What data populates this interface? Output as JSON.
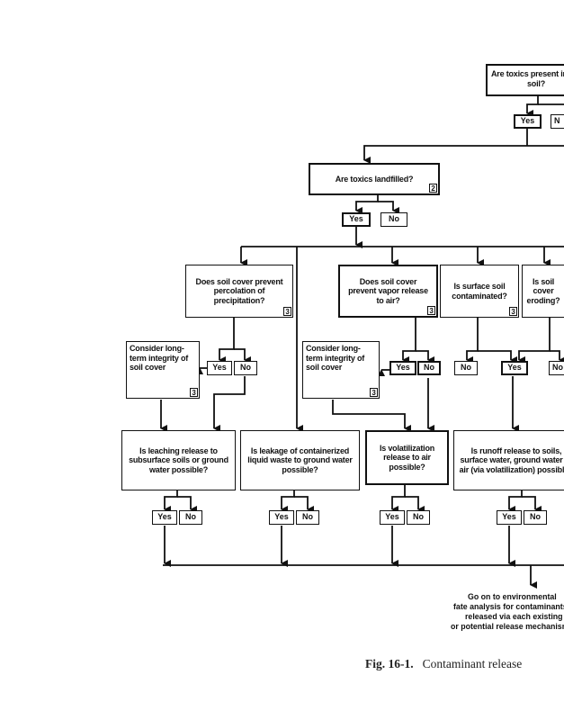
{
  "diagram": {
    "type": "flowchart",
    "nodes": {
      "q_present": {
        "text": "Are toxics present in soil?",
        "visible_text": "Are toxics pre... soil?"
      },
      "q_present_yes": "Yes",
      "q_present_no": "N",
      "q_landfilled": {
        "text": "Are toxics landfilled?",
        "ref": "2"
      },
      "q_landfilled_yes": "Yes",
      "q_landfilled_no": "No",
      "q_percolation": {
        "text": "Does soil cover prevent percolation of precipitation?",
        "ref": "3"
      },
      "q_vapor": {
        "text": "Does soil cover prevent vapor release to air?",
        "ref": "3"
      },
      "q_surface": {
        "text": "Is surface soil contaminated?",
        "ref": "3"
      },
      "q_eroding": {
        "text": "Is soil cover eroding?",
        "ref": ""
      },
      "consider_1": {
        "text": "Consider long-term integrity of soil cover",
        "ref": "3"
      },
      "consider_2": {
        "text": "Consider long-term integrity of soil cover",
        "ref": "3"
      },
      "perc_yes": "Yes",
      "perc_no": "No",
      "vapor_yes": "Yes",
      "vapor_no": "No",
      "surface_no": "No",
      "runoff_in_yes": "Yes",
      "eroding_no": "No",
      "q_leaching": {
        "text": "Is leaching release to subsurface soils or ground water possible?"
      },
      "q_leakage": {
        "text": "Is leakage of containerized liquid waste to ground water possible?"
      },
      "q_volatilization": {
        "text": "Is volatilization release to air possible?"
      },
      "q_runoff": {
        "text": "Is runoff release to soils, surface water, ground water or air (via volatilization) possible?"
      },
      "leach_yes": "Yes",
      "leach_no": "No",
      "leak_yes": "Yes",
      "leak_no": "No",
      "vol_yes": "Yes",
      "vol_no": "No",
      "run_yes": "Yes",
      "run_no": "No",
      "outcome": {
        "lines": [
          "Go on to environmental",
          "fate analysis for contaminants",
          "released via each existing",
          "or potential release mechanism"
        ]
      }
    },
    "caption": {
      "figure": "Fig. 16-1.",
      "text": "Contaminant release"
    }
  },
  "labels": {
    "q_present_l1": "Are toxics present in",
    "q_present_l2": "soil?",
    "q_landfilled": "Are toxics landfilled?",
    "ref2": "2",
    "ref3": "3",
    "yes": "Yes",
    "no": "No",
    "n_cut": "N",
    "q_percolation": "Does soil cover prevent percolation of precipitation?",
    "q_vapor": "Does soil cover prevent vapor release to air?",
    "q_surface": "Is surface soil contaminated?",
    "q_eroding": "Is soil cover eroding?",
    "consider": "Consider long-term integrity of soil cover",
    "q_leaching": "Is leaching release to subsurface soils or ground water possible?",
    "q_leakage": "Is leakage of containerized liquid waste to ground water possible?",
    "q_volatilization": "Is volatilization release to air possible?",
    "q_runoff": "Is runoff release to soils, surface water, ground water or air (via volatilization) possible?",
    "outcome_l1": "Go on to environmental",
    "outcome_l2": "fate analysis for contaminants",
    "outcome_l3": "released via each existing",
    "outcome_l4": "or potential release mechanism",
    "caption_fig": "Fig. 16-1.",
    "caption_text": "Contaminant release"
  }
}
